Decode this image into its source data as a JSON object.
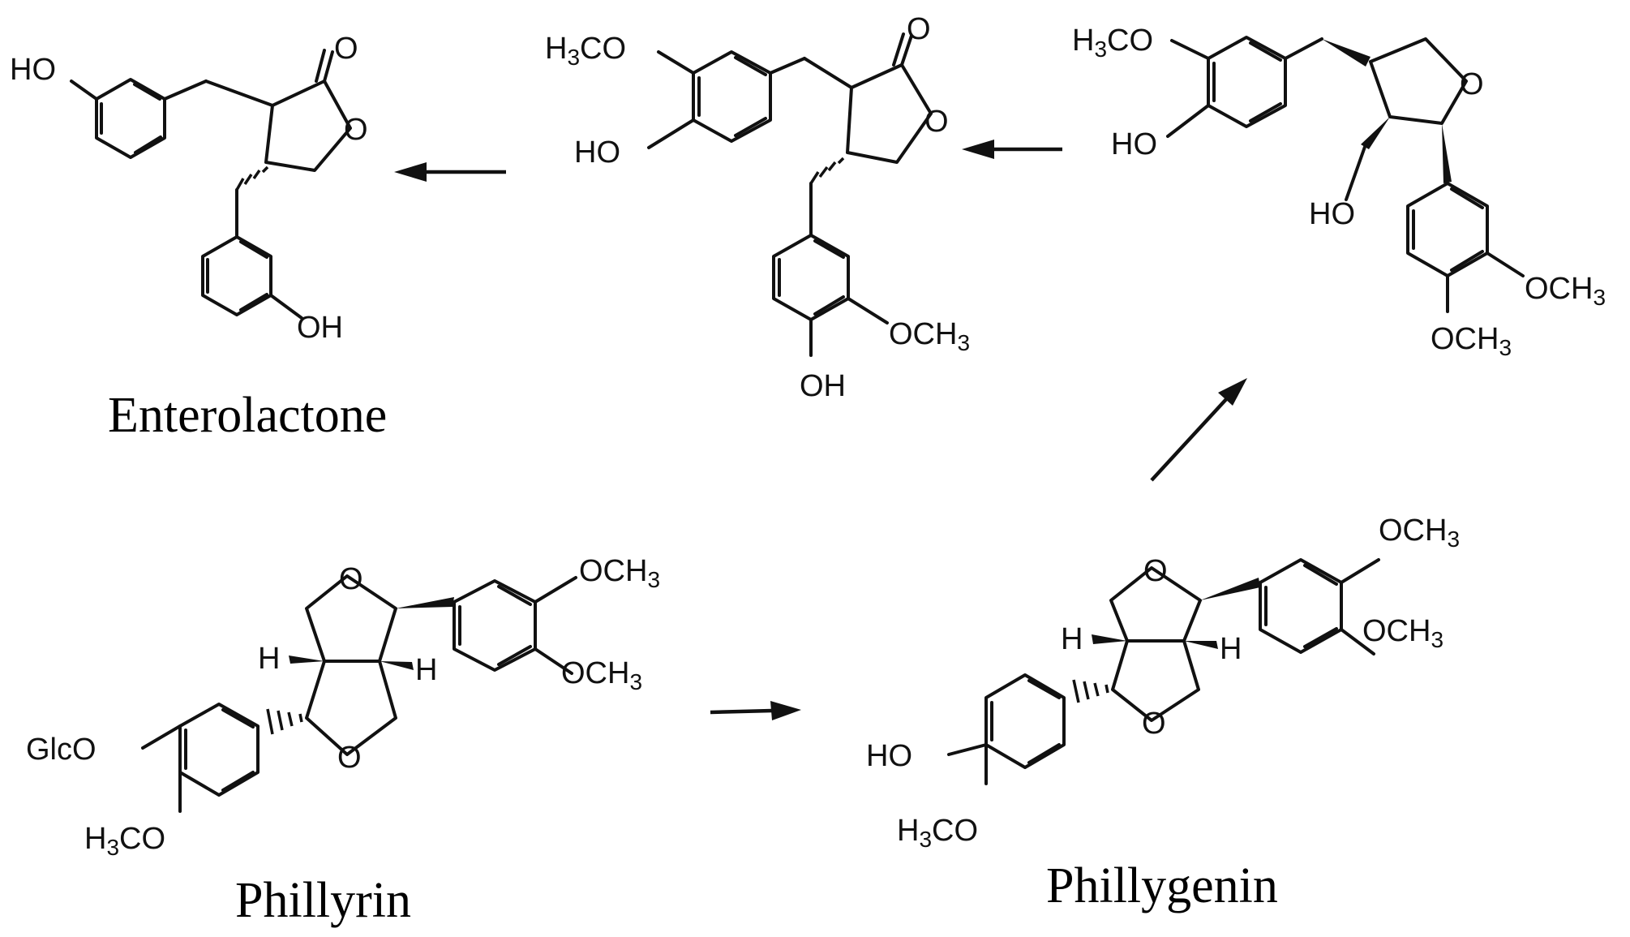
{
  "compounds": {
    "enterolactone": {
      "name": "Enterolactone",
      "atoms": {
        "ho_top": "HO",
        "o_carbonyl": "O",
        "o_ring": "O",
        "oh_bottom": "OH"
      }
    },
    "lactone_intermediate": {
      "atoms": {
        "h3co_c": "C",
        "h3co_o": "O",
        "ho": "HO",
        "o_carbonyl": "O",
        "o_ring": "O",
        "och3_o": "OC",
        "oh": "OH"
      }
    },
    "furan_intermediate": {
      "atoms": {
        "h3co_c": "C",
        "h3co_o": "O",
        "ho_aryl": "HO",
        "o_ring": "O",
        "ho_chain": "HO",
        "och3_a_o": "OC",
        "och3_b_o": "OC"
      }
    },
    "phillyrin": {
      "name": "Phillyrin",
      "atoms": {
        "o_top": "O",
        "o_bottom": "O",
        "h_left": "H",
        "h_right": "H",
        "glco": "GlcO",
        "h3co_c": "C",
        "h3co_o": "O",
        "och3_a_o": "OC",
        "och3_b_o": "OC"
      }
    },
    "phillygenin": {
      "name": "Phillygenin",
      "atoms": {
        "o_top": "O",
        "o_bottom": "O",
        "h_left": "H",
        "h_right": "H",
        "ho": "HO",
        "h3co_c": "C",
        "h3co_o": "O",
        "och3_a_o": "OC",
        "och3_b_o": "OC"
      }
    }
  },
  "groups": {
    "h": "H",
    "h3": "3"
  },
  "arrows": [
    "phillyrin-to-phillygenin",
    "phillygenin-to-furan",
    "furan-to-lactone",
    "lactone-to-enterolactone"
  ]
}
